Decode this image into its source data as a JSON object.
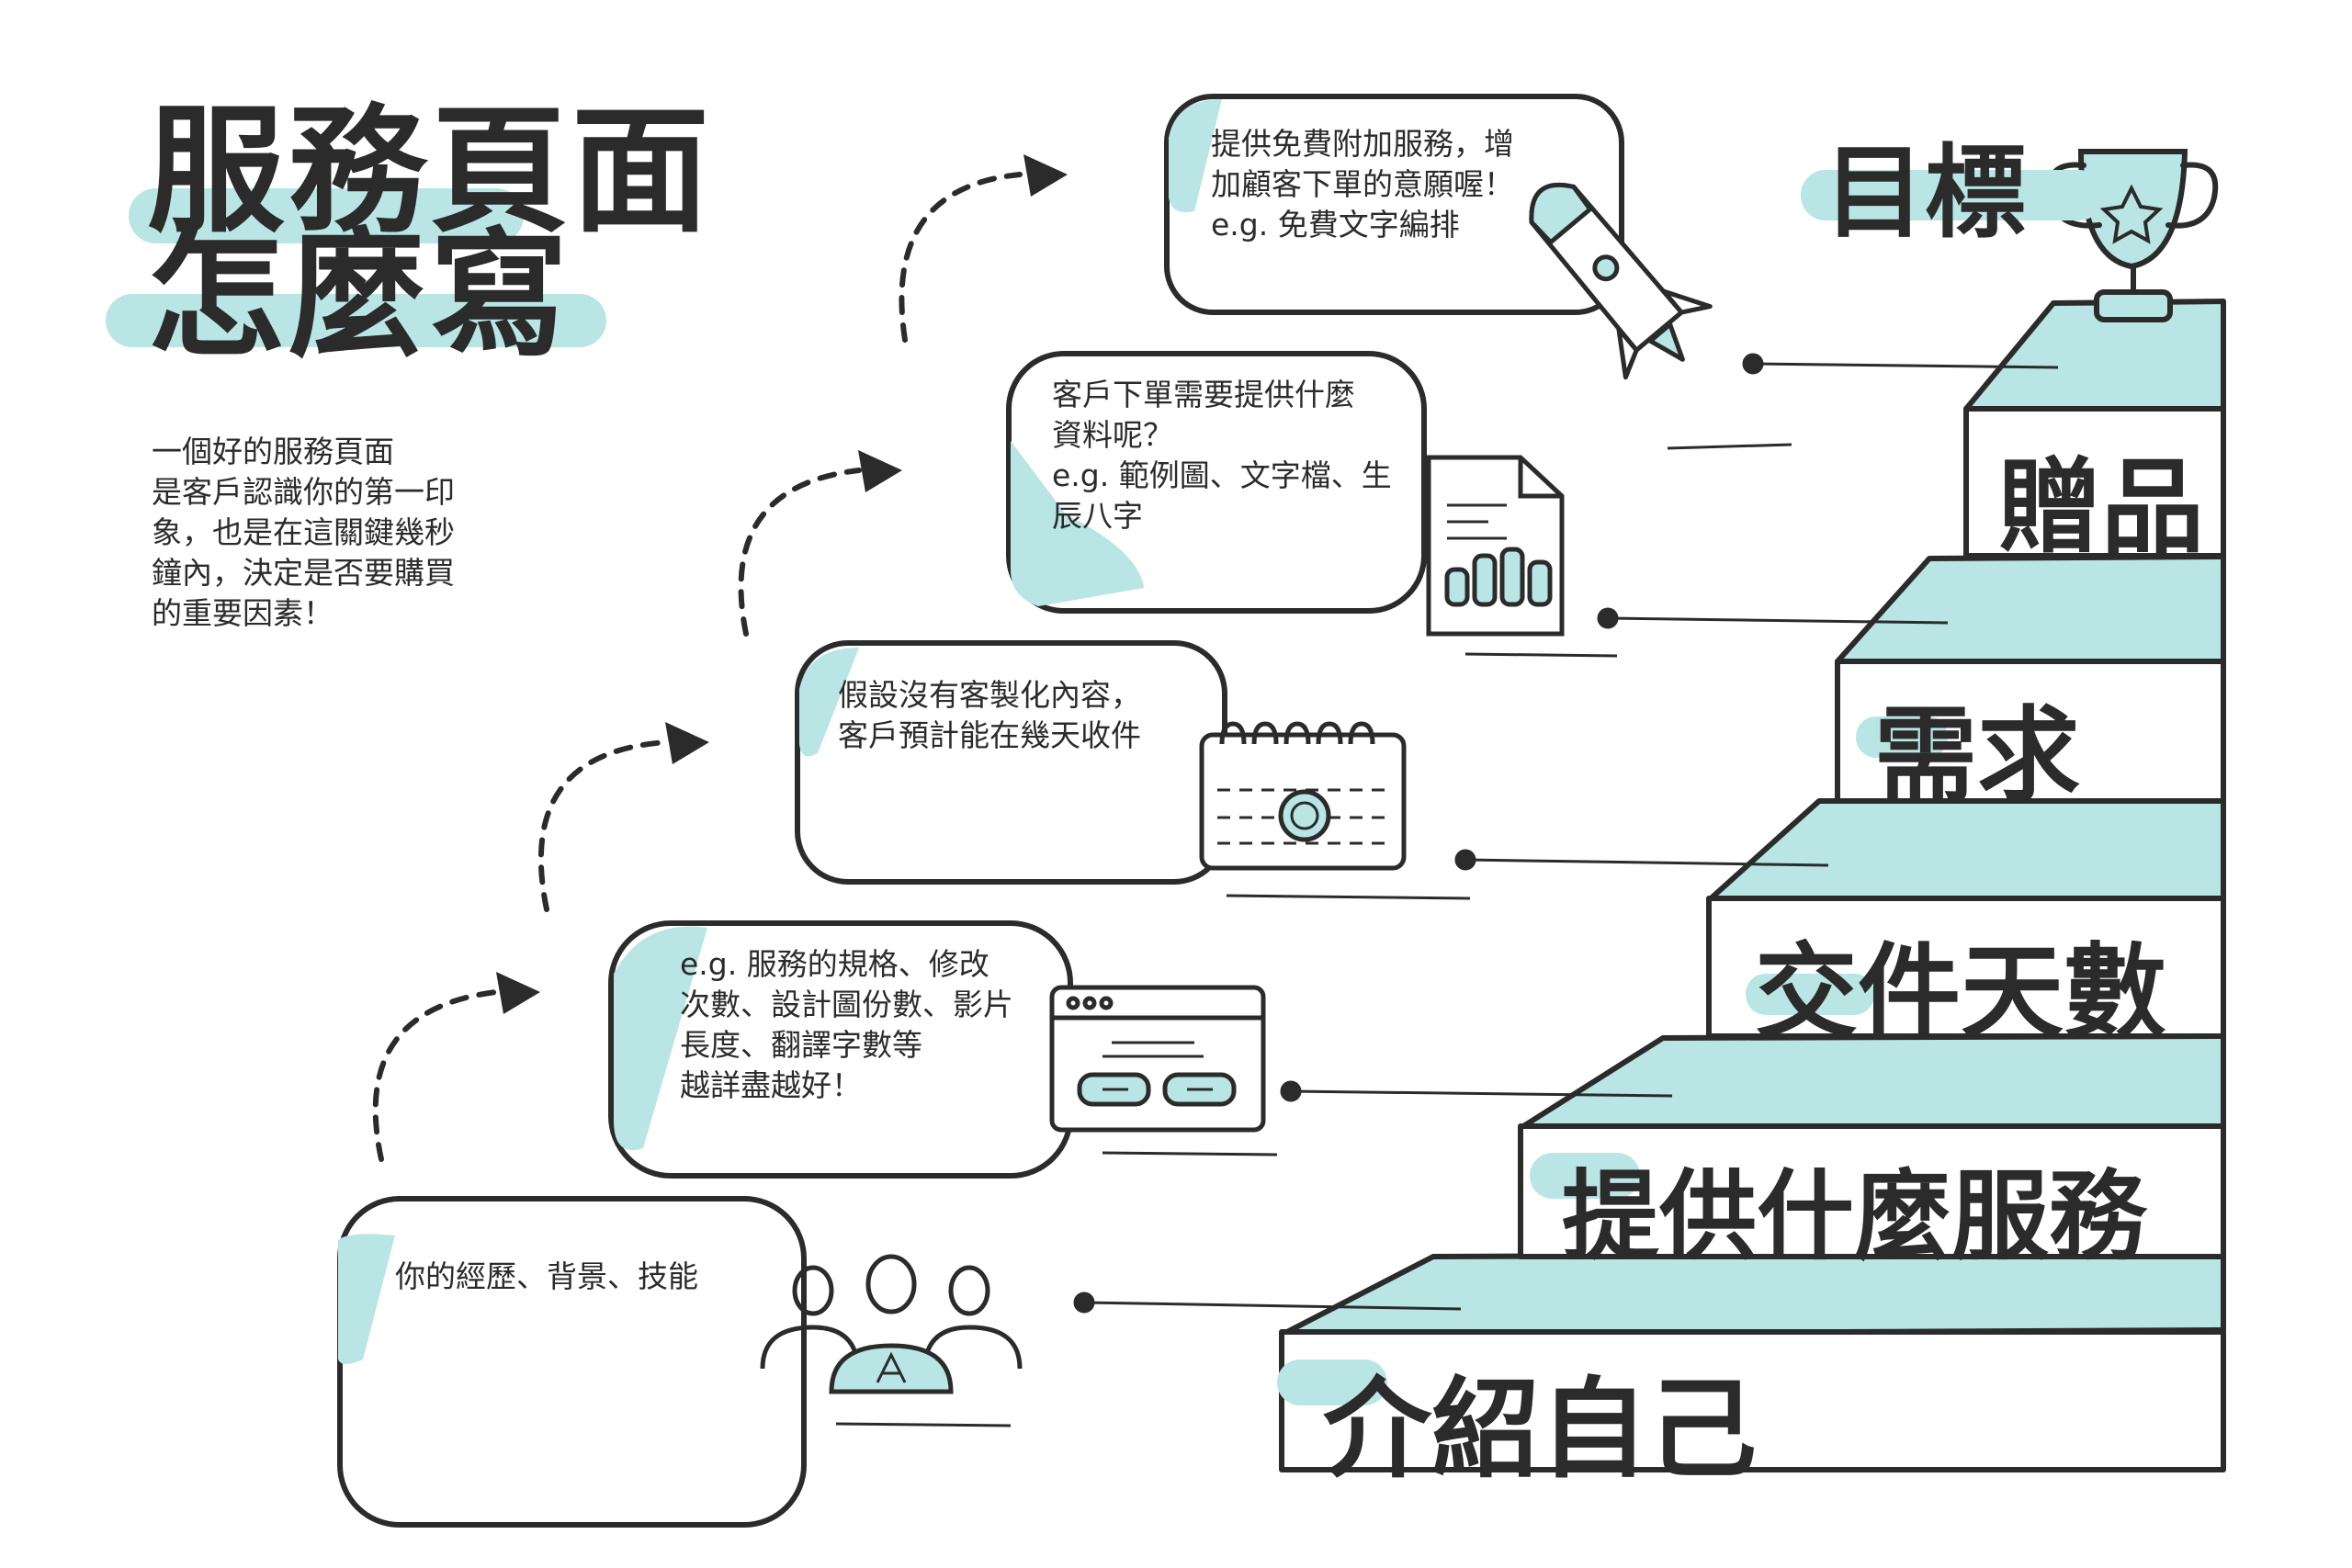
{
  "title": {
    "line1": "服務頁面",
    "line2": "怎麼寫"
  },
  "intro": {
    "line1": "一個好的服務頁面",
    "line2": "是客戶認識你的第一印",
    "line3": "象，也是在這關鍵幾秒",
    "line4": "鐘內，決定是否要購買",
    "line5": "的重要因素！"
  },
  "goal_label": "目標",
  "steps": [
    {
      "label": "介紹自己"
    },
    {
      "label": "提供什麼服務"
    },
    {
      "label": "交件天數"
    },
    {
      "label": "需求"
    },
    {
      "label": "贈品"
    }
  ],
  "notes": [
    {
      "lines": [
        "你的經歷、背景、技能"
      ],
      "icon": "people-icon"
    },
    {
      "lines": [
        "e.g. 服務的規格、修改",
        "次數、設計圖份數、影片",
        "長度、翻譯字數等",
        "越詳盡越好！"
      ],
      "icon": "browser-window-icon"
    },
    {
      "lines": [
        "假設沒有客製化內容，",
        "客戶預計能在幾天收件"
      ],
      "icon": "calendar-icon"
    },
    {
      "lines": [
        "客戶下單需要提供什麼",
        "資料呢？",
        "e.g. 範例圖、文字檔、生",
        "辰八字"
      ],
      "icon": "document-chart-icon"
    },
    {
      "lines": [
        "提供免費附加服務，增",
        "加顧客下單的意願喔！",
        "e.g. 免費文字編排"
      ],
      "icon": "rocket-icon"
    }
  ],
  "colors": {
    "accent": "#b9e5e4",
    "ink": "#2b2b2b",
    "background": "#ffffff"
  }
}
